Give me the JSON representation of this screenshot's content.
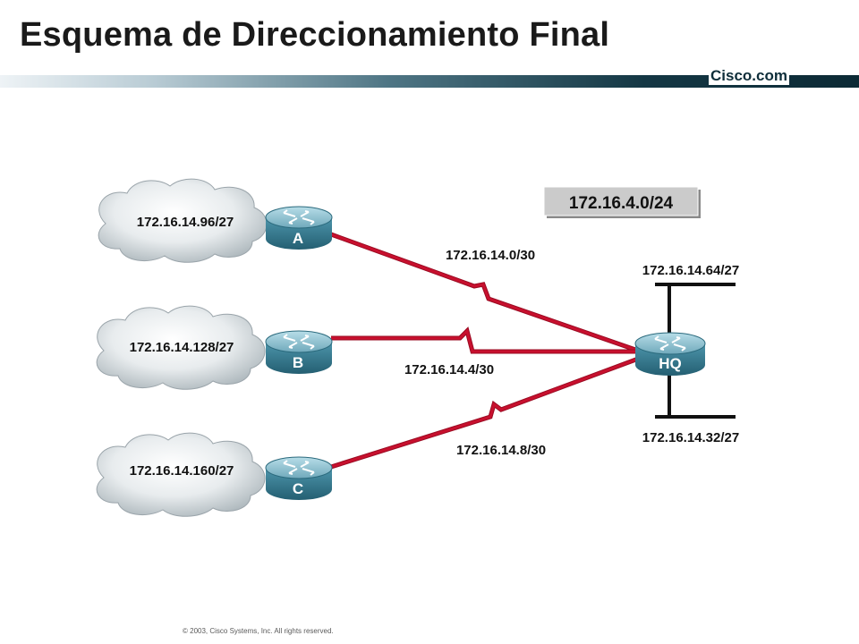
{
  "slide": {
    "title": "Esquema de Direccionamiento Final",
    "brand": "Cisco.com",
    "footer": "© 2003, Cisco Systems, Inc. All rights reserved."
  },
  "diagram": {
    "summary_label": "172.16.4.0/24",
    "routers": [
      {
        "id": "A",
        "label": "A"
      },
      {
        "id": "B",
        "label": "B"
      },
      {
        "id": "C",
        "label": "C"
      },
      {
        "id": "HQ",
        "label": "HQ"
      }
    ],
    "clouds": [
      {
        "router": "A",
        "label": "172.16.14.96/27"
      },
      {
        "router": "B",
        "label": "172.16.14.128/27"
      },
      {
        "router": "C",
        "label": "172.16.14.160/27"
      }
    ],
    "serial_links": [
      {
        "from": "A",
        "to": "HQ",
        "label": "172.16.14.0/30"
      },
      {
        "from": "B",
        "to": "HQ",
        "label": "172.16.14.4/30"
      },
      {
        "from": "C",
        "to": "HQ",
        "label": "172.16.14.8/30"
      }
    ],
    "lans": [
      {
        "router": "HQ",
        "position": "top",
        "label": "172.16.14.64/27"
      },
      {
        "router": "HQ",
        "position": "bottom",
        "label": "172.16.14.32/27"
      }
    ],
    "colors": {
      "serial_link": "#c8102e",
      "router_body": "#3a7f95",
      "router_top": "#8fc2d2",
      "cloud_fill": "#d9dfe2",
      "summary_box": "#c9c9c9"
    }
  }
}
